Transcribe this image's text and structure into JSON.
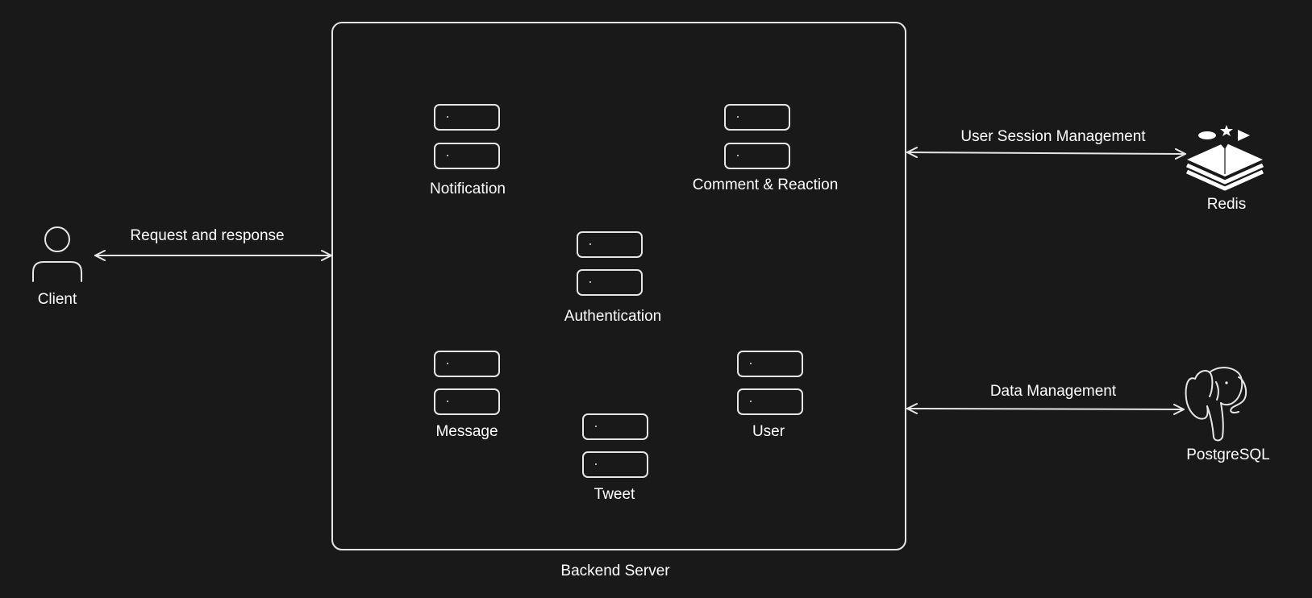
{
  "client": {
    "label": "Client"
  },
  "backend": {
    "label": "Backend Server"
  },
  "services": {
    "notification": "Notification",
    "comment_reaction": "Comment & Reaction",
    "authentication": "Authentication",
    "message": "Message",
    "user": "User",
    "tweet": "Tweet"
  },
  "connections": {
    "client_backend": "Request and response",
    "backend_redis": "User Session Management",
    "backend_postgres": "Data Management"
  },
  "datastores": {
    "redis": {
      "label": "Redis",
      "icon": "redis-icon"
    },
    "postgres": {
      "label": "PostgreSQL",
      "icon": "postgresql-elephant-icon"
    }
  },
  "colors": {
    "background": "#191919",
    "stroke": "#e6e6e6",
    "text": "#ffffff"
  }
}
